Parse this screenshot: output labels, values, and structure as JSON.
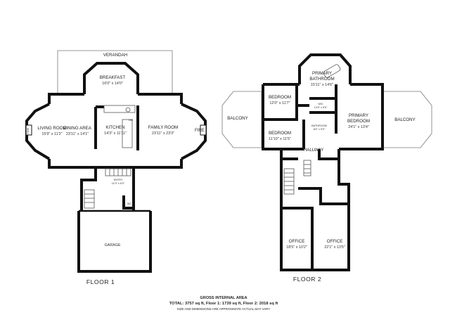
{
  "floor1": {
    "label": "FLOOR 1",
    "rooms": {
      "verandah": {
        "name": "VERANDAH"
      },
      "breakfast": {
        "name": "BREAKFAST",
        "dims": "16'0\" x 14'0\""
      },
      "living_room": {
        "name": "LIVING ROOM",
        "dims": "15'9\" x 11'2\""
      },
      "dining_area": {
        "name": "DINING AREA",
        "dims": "23'11\" x 14'1\""
      },
      "kitchen": {
        "name": "KITCHEN",
        "dims": "14'3\" x 11'11\""
      },
      "family_room": {
        "name": "FAMILY ROOM",
        "dims": "23'11\" x 23'3\""
      },
      "entry": {
        "name": "ENTRY",
        "dims": "11'0\" x 6'0\""
      },
      "wc": {
        "name": "WC"
      },
      "garage": {
        "name": "GARAGE"
      }
    },
    "fixtures": {
      "fire_left": "FIRE",
      "fire_right": "FIRE",
      "dw": "DW"
    }
  },
  "floor2": {
    "label": "FLOOR 2",
    "rooms": {
      "balcony_left": {
        "name": "BALCONY"
      },
      "balcony_right": {
        "name": "BALCONY"
      },
      "primary_bathroom": {
        "name_line1": "PRIMARY",
        "name_line2": "BATHROOM",
        "dims": "15'11\" x 14'6\""
      },
      "bedroom_1": {
        "name": "BEDROOM",
        "dims": "12'0\" x 11'7\""
      },
      "wic": {
        "name": "WIC",
        "dims": "10'5\" x 5'5\""
      },
      "bathroom": {
        "name": "BATHROOM",
        "dims": "8'4\" x 5'9\""
      },
      "primary_bedroom": {
        "name_line1": "PRIMARY",
        "name_line2": "BEDROOM",
        "dims": "24'1\" x 13'4\""
      },
      "bedroom_2": {
        "name": "BEDROOM",
        "dims": "11'10\" x 11'5\""
      },
      "hallway": {
        "name": "HALLWAY"
      },
      "office_1": {
        "name": "OFFICE",
        "dims": "18'5\" x 10'2\""
      },
      "office_2": {
        "name": "OFFICE",
        "dims": "22'1\" x 13'5\""
      }
    }
  },
  "footer": {
    "title": "GROSS INTERNAL AREA",
    "total": "TOTAL: 3757 sq ft, Floor 1: 1739 sq ft, Floor 2: 2018 sq ft",
    "disclaimer": "SIZE AND DIMENSIONS ARE APPROXIMATE ACTUAL MAY VARY"
  },
  "colors": {
    "wall": "#111111",
    "outline": "#777777",
    "text": "#222222"
  }
}
